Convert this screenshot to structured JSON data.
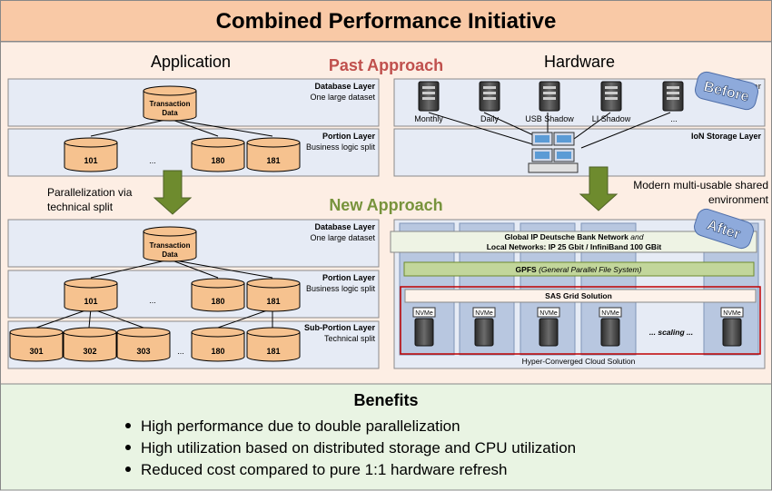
{
  "title": "Combined Performance Initiative",
  "headings": {
    "application": "Application",
    "hardware": "Hardware",
    "past": "Past Approach",
    "new": "New Approach"
  },
  "badges": {
    "before": "Before",
    "after": "After"
  },
  "past_app": {
    "db_layer": {
      "title": "Database Layer",
      "sub": "One large dataset"
    },
    "portion_layer": {
      "title": "Portion Layer",
      "sub": "Business logic split"
    },
    "root_db": [
      "Transaction",
      "Data"
    ],
    "portions": [
      "101",
      "...",
      "180",
      "181"
    ]
  },
  "parallelization_note": [
    "Parallelization via",
    "technical split"
  ],
  "past_hw": {
    "storage_label": "Storage Layer",
    "ion_label": "IoN Storage Layer",
    "servers": [
      "Monthly",
      "Daily",
      "USB Shadow",
      "LI Shadow",
      "..."
    ]
  },
  "modern_note": [
    "Modern multi-usable shared",
    "environment"
  ],
  "new_app": {
    "db_layer": {
      "title": "Database Layer",
      "sub": "One large dataset"
    },
    "portion_layer": {
      "title": "Portion Layer",
      "sub": "Business logic split"
    },
    "subportion_layer": {
      "title": "Sub-Portion Layer",
      "sub": "Technical split"
    },
    "root_db": [
      "Transaction",
      "Data"
    ],
    "portions": [
      "101",
      "...",
      "180",
      "181"
    ],
    "subportions": [
      "301",
      "302",
      "303",
      "...",
      "180",
      "181"
    ]
  },
  "new_hw": {
    "network": {
      "line1": "Global IP Deutsche Bank Network",
      "line1_tail": "and",
      "line2": "Local Networks: IP 25 Gbit / InfiniBand 100 GBit"
    },
    "gpfs": {
      "bold": "GPFS",
      "italic": "(General Parallel File System)"
    },
    "sas": "SAS Grid Solution",
    "nvme_label": "NVMe",
    "scaling": "... scaling ...",
    "cloud": "Hyper-Converged Cloud Solution"
  },
  "benefits": {
    "title": "Benefits",
    "items": [
      "High performance due to double parallelization",
      "High utilization based on distributed storage and CPU utilization",
      "Reduced cost compared to pure 1:1 hardware refresh"
    ]
  },
  "colors": {
    "title_bg": "#f9c9a6",
    "middle_bg": "#fdeee4",
    "benefits_bg": "#e9f4e3",
    "layer_bg": "#e6ebf5",
    "db_fill": "#f6c28f",
    "past_red": "#c0504d",
    "new_green": "#77933c",
    "arrow_green": "#6e8b2e",
    "badge_blue": "#8eaadb",
    "sas_red": "#c00000",
    "gpfs_green": "#c2d69b"
  }
}
